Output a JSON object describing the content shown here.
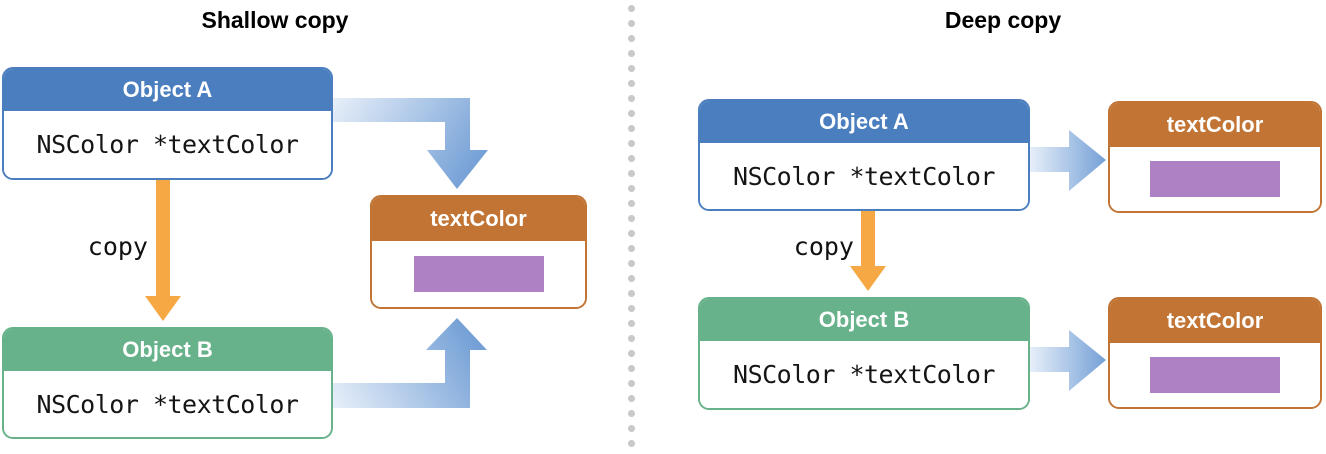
{
  "left_panel": {
    "title": "Shallow copy",
    "object_a": {
      "header": "Object A",
      "field": "NSColor *textColor"
    },
    "copy_label": "copy",
    "object_b": {
      "header": "Object B",
      "field": "NSColor *textColor"
    },
    "textcolor_box": {
      "header": "textColor"
    }
  },
  "right_panel": {
    "title": "Deep copy",
    "object_a": {
      "header": "Object A",
      "field": "NSColor *textColor"
    },
    "copy_label": "copy",
    "object_b": {
      "header": "Object B",
      "field": "NSColor *textColor"
    },
    "textcolor_box_a": {
      "header": "textColor"
    },
    "textcolor_box_b": {
      "header": "textColor"
    }
  },
  "colors": {
    "object_a_header_blue": "#4A7EBF",
    "object_b_header_green": "#67B28B",
    "textcolor_header_orange": "#C17434",
    "color_swatch_purple": "#AE81C5",
    "copy_arrow_orange": "#F5A843",
    "reference_arrow_blue_light": "#E7EFF9",
    "reference_arrow_blue_dark": "#74A0D6",
    "divider_dot_gray": "#C9C9C9"
  }
}
